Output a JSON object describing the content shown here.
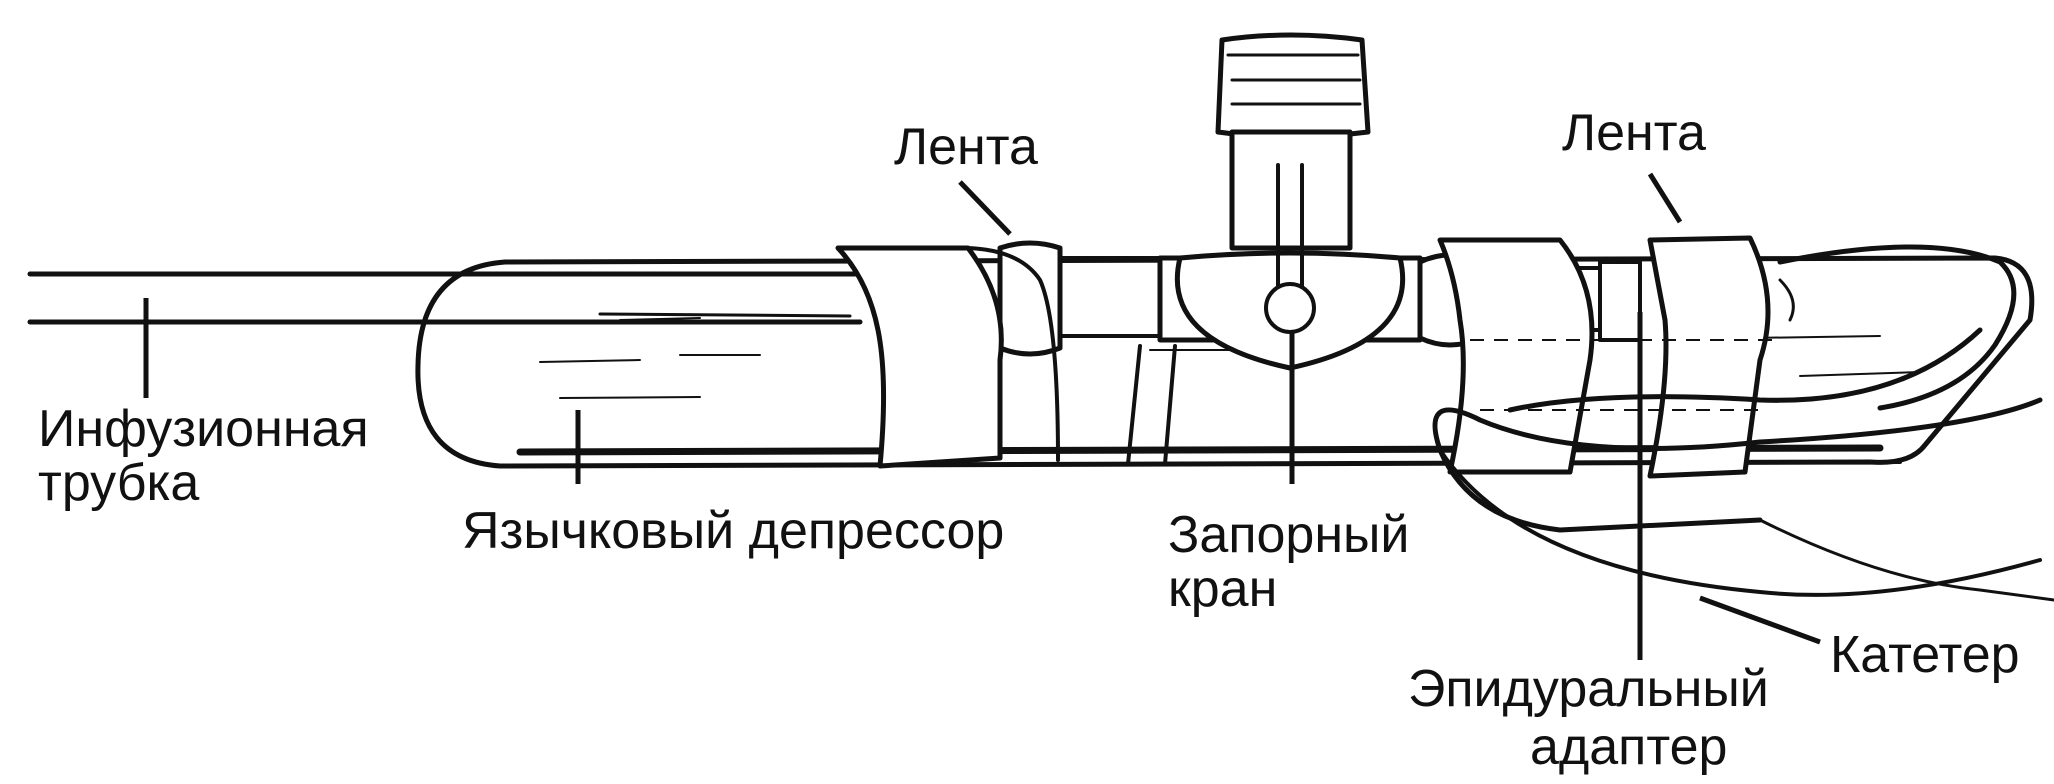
{
  "labels": {
    "infusion_tube_line1": "Инфузионная",
    "infusion_tube_line2": "трубка",
    "tongue_depressor": "Язычковый депрессор",
    "tape_left": "Лента",
    "tape_right": "Лента",
    "stopcock_line1": "Запорный",
    "stopcock_line2": "кран",
    "epidural_adapter_line1": "Эпидуральный",
    "epidural_adapter_line2": "адаптер",
    "catheter": "Катетер"
  }
}
